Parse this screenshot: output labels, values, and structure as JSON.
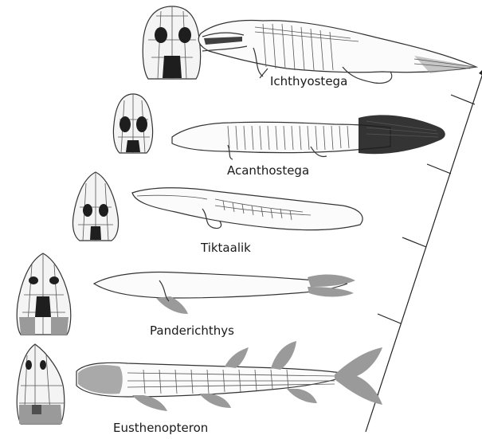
{
  "taxa": [
    {
      "label": "Ichthyostega"
    },
    {
      "label": "Acanthostega"
    },
    {
      "label": "Tiktaalik"
    },
    {
      "label": "Panderichthys"
    },
    {
      "label": "Eusthenopteron"
    }
  ],
  "colors": {
    "outline": "#333333",
    "skull_fill": "#f4f4f4",
    "orbit": "#1e1e1e",
    "shaded_bone": "#9a9a9a",
    "background": "#ffffff"
  }
}
